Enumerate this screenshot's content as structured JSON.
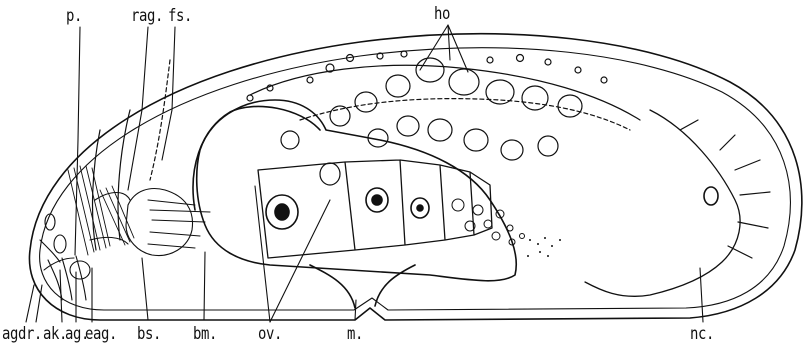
{
  "colors": {
    "ink": "#111111",
    "paper": "#ffffff"
  },
  "labels": {
    "p": "p.",
    "rag": "rag.",
    "fs": "fs.",
    "ho": "ho",
    "agdr": "agdr.",
    "ak": "ak.",
    "ag": "ag.",
    "eag": "eag.",
    "bs": "bs.",
    "bm": "bm.",
    "ov": "ov.",
    "m": "m.",
    "nc": "nc."
  }
}
